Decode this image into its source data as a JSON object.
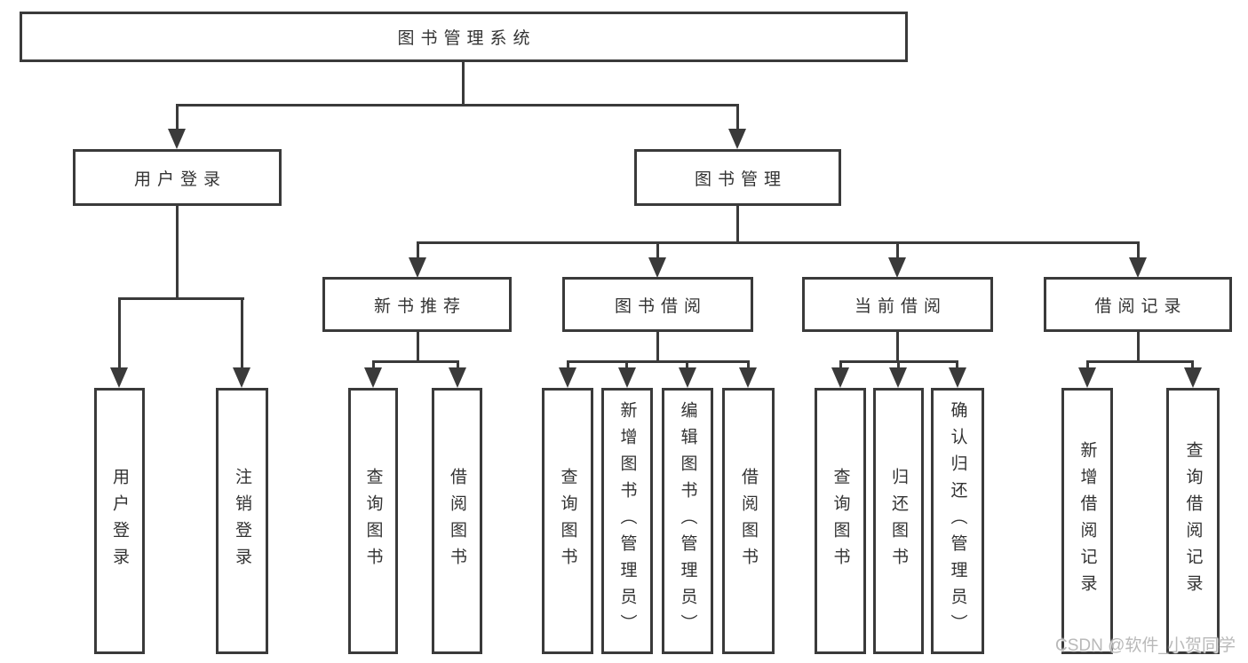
{
  "tree": {
    "root": "图书管理系统",
    "branches": [
      {
        "label": "用户登录",
        "children": [
          "用户登录",
          "注销登录"
        ]
      },
      {
        "label": "图书管理",
        "sections": [
          {
            "label": "新书推荐",
            "children": [
              "查询图书",
              "借阅图书"
            ]
          },
          {
            "label": "图书借阅",
            "children": [
              "查询图书",
              "新增图书（管理员）",
              "编辑图书（管理员）",
              "借阅图书"
            ]
          },
          {
            "label": "当前借阅",
            "children": [
              "查询图书",
              "归还图书",
              "确认归还（管理员）"
            ]
          },
          {
            "label": "借阅记录",
            "children": [
              "新增借阅记录",
              "查询借阅记录"
            ]
          }
        ]
      }
    ]
  },
  "watermark": "CSDN @软件_小贺同学",
  "colors": {
    "line": "#3a3a3a",
    "text": "#333333",
    "watermark": "#b9b9b9",
    "background": "#ffffff"
  }
}
